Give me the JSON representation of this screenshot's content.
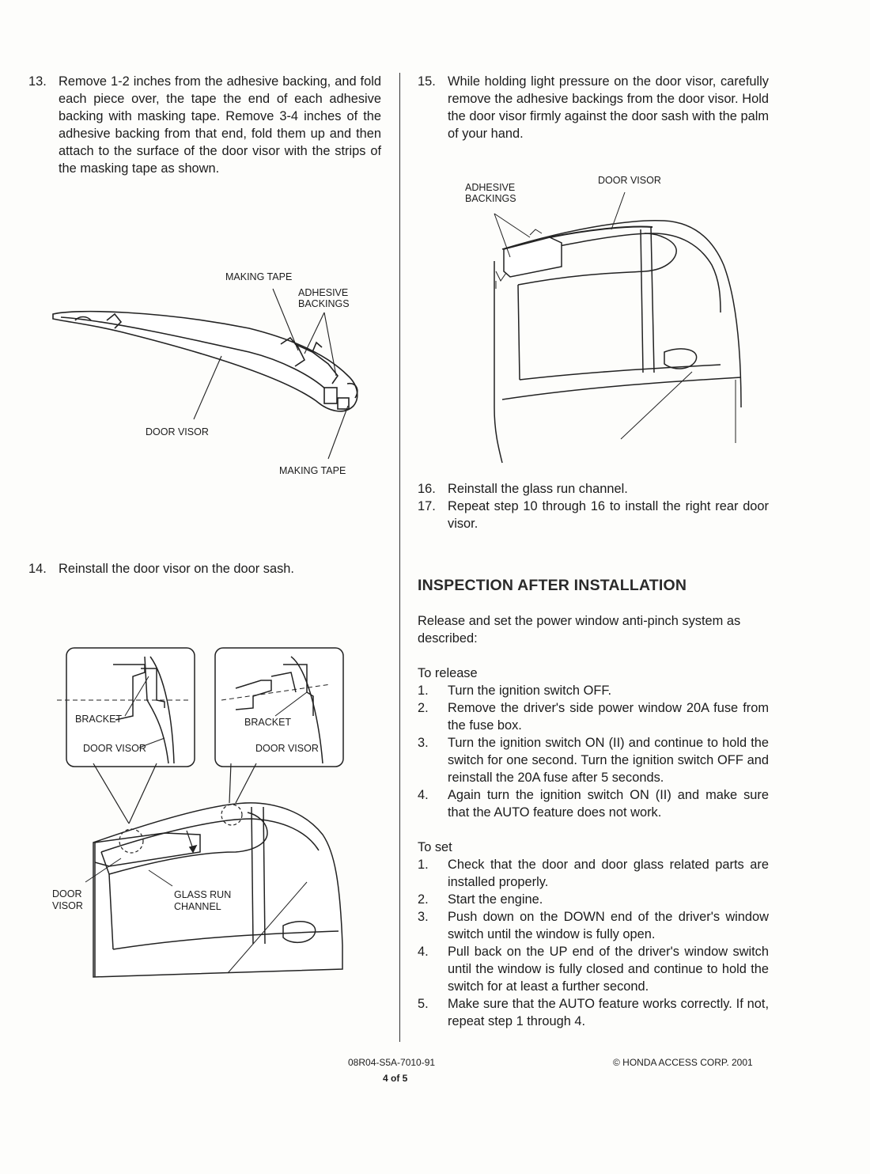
{
  "left": {
    "step13": {
      "num": "13.",
      "text": "Remove 1-2 inches from the adhesive backing, and fold each piece over, the tape the end of each adhesive backing with masking tape. Remove 3-4 inches of the adhesive backing from that end, fold them up and then attach to the surface of the door visor with the strips of the masking tape as shown."
    },
    "fig1": {
      "label_making_tape_top": "MAKING TAPE",
      "label_adhesive": "ADHESIVE",
      "label_backings": "BACKINGS",
      "label_door_visor": "DOOR VISOR",
      "label_making_tape_bottom": "MAKING TAPE"
    },
    "step14": {
      "num": "14.",
      "text": "Reinstall the door visor on the door sash."
    },
    "fig2": {
      "left_bracket": "BRACKET",
      "left_door_visor": "DOOR VISOR",
      "right_bracket": "BRACKET",
      "right_door_visor": "DOOR VISOR",
      "door": "DOOR",
      "visor": "VISOR",
      "glass_run": "GLASS RUN",
      "channel": "CHANNEL"
    }
  },
  "right": {
    "step15": {
      "num": "15.",
      "text": "While holding light pressure on the door visor, carefully remove the adhesive backings from the door visor. Hold the door visor firmly against the door sash with the palm of your hand."
    },
    "fig3": {
      "adhesive": "ADHESIVE",
      "backings": "BACKINGS",
      "door_visor": "DOOR VISOR"
    },
    "step16": {
      "num": "16.",
      "text": "Reinstall the glass run channel."
    },
    "step17": {
      "num": "17.",
      "text": "Repeat step 10 through 16 to install the right rear door visor."
    },
    "inspection_heading": "INSPECTION AFTER INSTALLATION",
    "intro": "Release and set the power window anti-pinch system as described:",
    "release_title": "To release",
    "release_steps": [
      {
        "num": "1.",
        "text": "Turn the ignition switch OFF."
      },
      {
        "num": "2.",
        "text": "Remove the driver's side power window 20A fuse from the fuse box."
      },
      {
        "num": "3.",
        "text": "Turn the ignition switch ON (II) and continue to hold the switch for one second. Turn the ignition switch OFF and reinstall the 20A fuse after 5 seconds."
      },
      {
        "num": "4.",
        "text": "Again turn the ignition switch ON (II) and make sure that the AUTO feature does not work."
      }
    ],
    "set_title": "To set",
    "set_steps": [
      {
        "num": "1.",
        "text": "Check that the door and door glass related parts are installed properly."
      },
      {
        "num": "2.",
        "text": "Start the engine."
      },
      {
        "num": "3.",
        "text": "Push down on the DOWN end of the driver's window switch until the window is fully open."
      },
      {
        "num": "4.",
        "text": "Pull back on the UP end of the driver's window switch until the window is fully closed and continue to hold the switch for at least a further second."
      },
      {
        "num": "5.",
        "text": "Make sure that the AUTO feature works correctly. If not, repeat step 1 through 4."
      }
    ]
  },
  "footer": {
    "doc_number": "08R04-S5A-7010-91",
    "page": "4 of 5",
    "copyright": "© HONDA ACCESS CORP. 2001"
  }
}
